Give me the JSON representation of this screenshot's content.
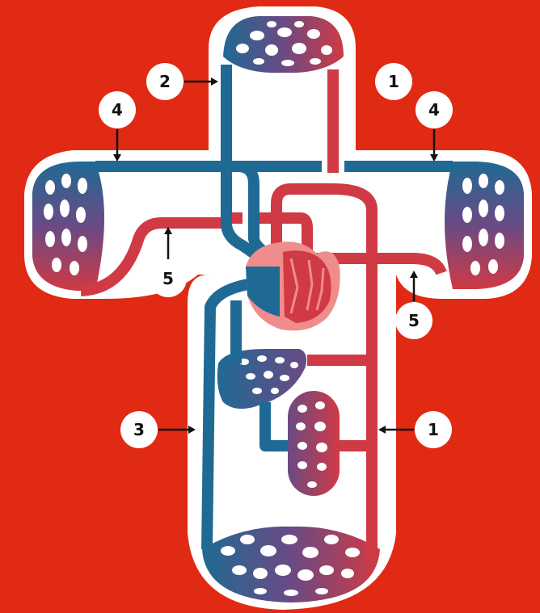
{
  "colors": {
    "background": "#e02a14",
    "body_outline": "#ffffff",
    "vein_blue": "#1f6a94",
    "artery_red": "#d03a44",
    "heart_pink": "#ef8c8c",
    "capillary_purple": "#6a4a84",
    "callout_fill": "#ffffff",
    "arrow": "#111111"
  },
  "callouts": [
    {
      "id": "c2",
      "number": "2"
    },
    {
      "id": "c1-top",
      "number": "1"
    },
    {
      "id": "c4-left",
      "number": "4"
    },
    {
      "id": "c4-right",
      "number": "4"
    },
    {
      "id": "c5-left",
      "number": "5"
    },
    {
      "id": "c5-right",
      "number": "5"
    },
    {
      "id": "c3",
      "number": "3"
    },
    {
      "id": "c1-bottom",
      "number": "1"
    }
  ]
}
